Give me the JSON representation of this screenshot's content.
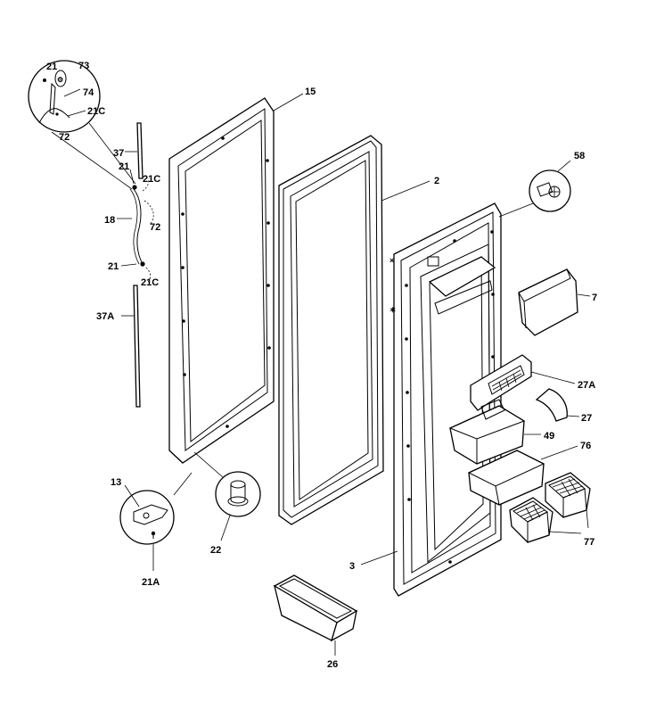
{
  "diagram": {
    "callouts": {
      "c15": "15",
      "c2": "2",
      "c58": "58",
      "c7": "7",
      "c27a": "27A",
      "c27": "27",
      "c49": "49",
      "c76": "76",
      "c77": "77",
      "c3": "3",
      "c26": "26",
      "c22": "22",
      "c13": "13",
      "c21a": "21A",
      "c37": "37",
      "c21_top": "21",
      "c21c_top": "21C",
      "c18": "18",
      "c72_mid": "72",
      "c21_mid": "21",
      "c21c_mid": "21C",
      "c37a": "37A",
      "inset_21": "21",
      "inset_73": "73",
      "inset_74": "74",
      "inset_21c": "21C",
      "inset_72": "72"
    }
  }
}
